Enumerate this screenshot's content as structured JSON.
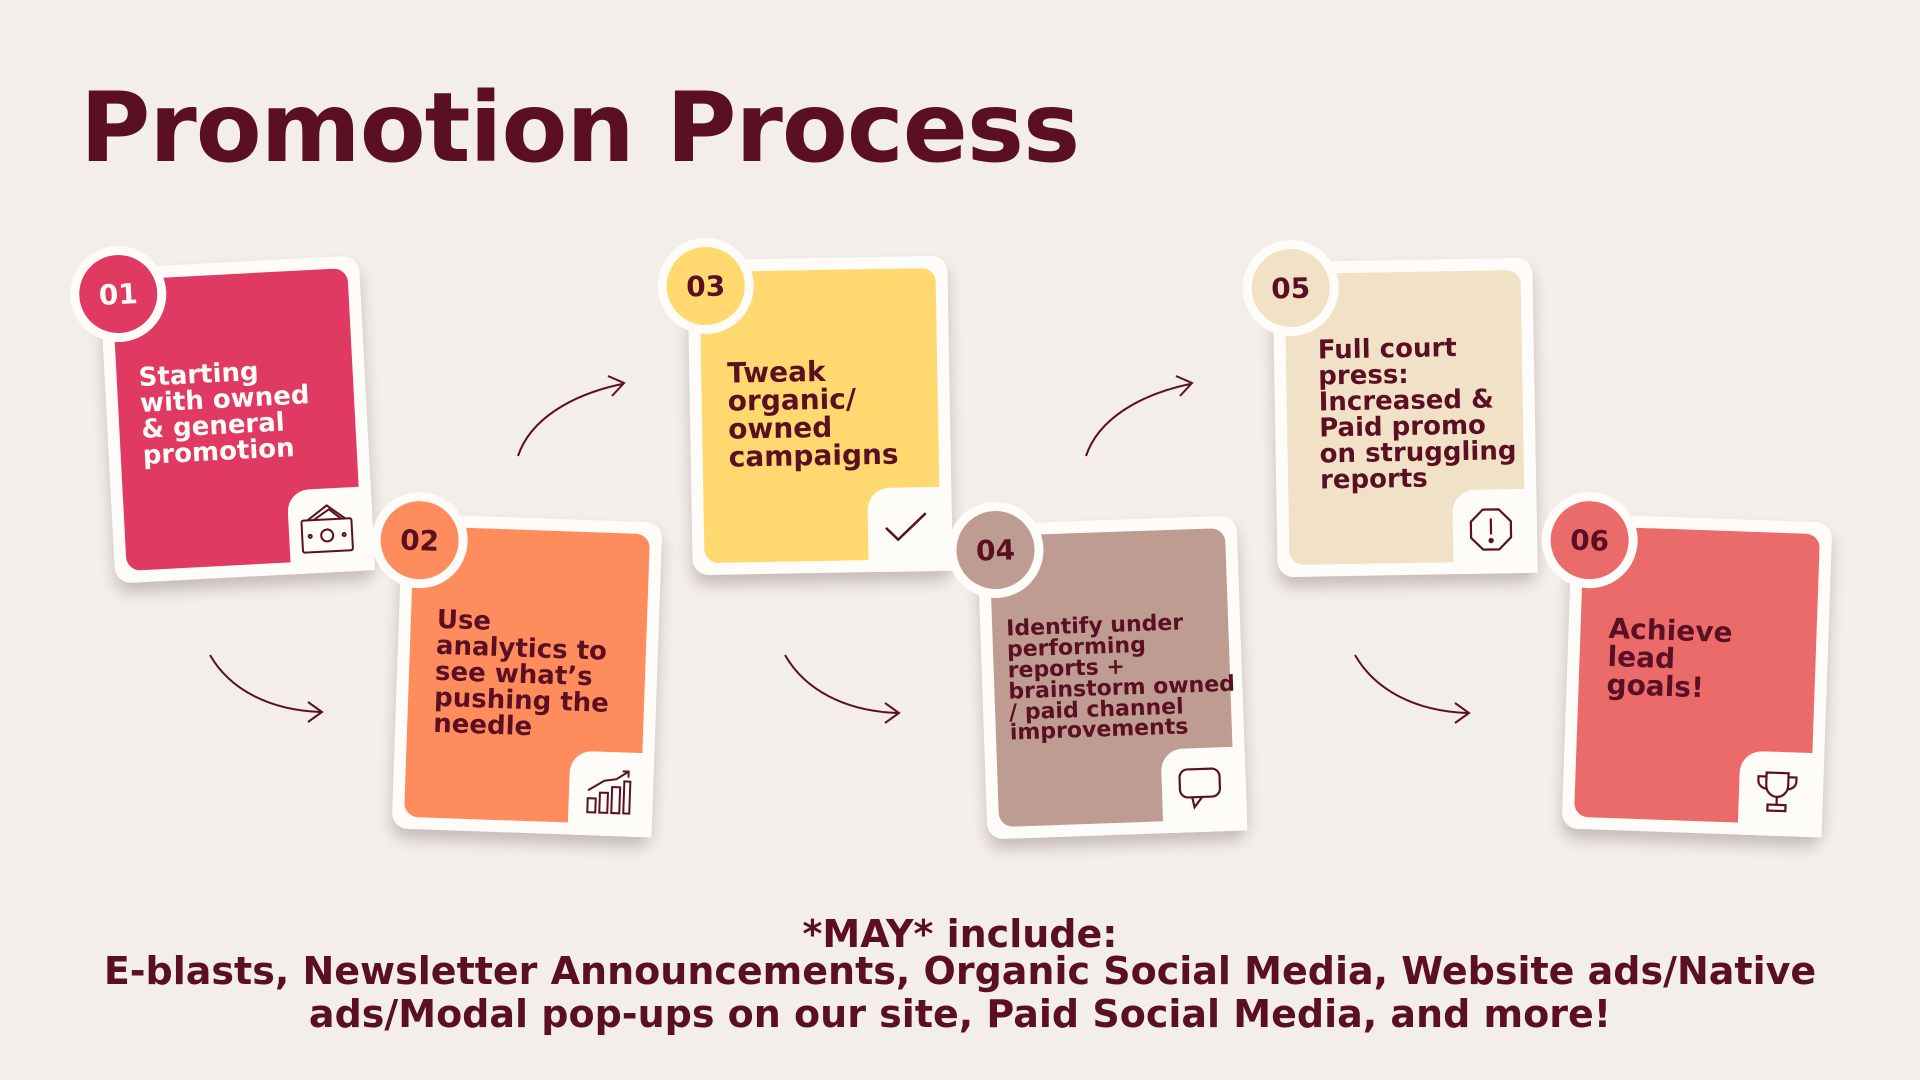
{
  "title": "Promotion Process",
  "colors": {
    "maroon": "#5a0f22",
    "card_bg": "#fdfcf8",
    "page_bg": "#f3eeea"
  },
  "steps": [
    {
      "number": "01",
      "text": "Starting with owned & general promotion",
      "color": "#e03a63",
      "icon": "money-icon"
    },
    {
      "number": "02",
      "text": "Use analytics to see what’s pushing the needle",
      "color": "#ff8c5d",
      "icon": "bar-chart-icon"
    },
    {
      "number": "03",
      "text": "Tweak organic/ owned campaigns",
      "color": "#ffd86f",
      "icon": "checkmark-icon"
    },
    {
      "number": "04",
      "text": "Identify under performing reports + brainstorm owned / paid channel improvements",
      "color": "#bf9c91",
      "icon": "speech-bubble-icon"
    },
    {
      "number": "05",
      "text": "Full court press: Increased & Paid promo on struggling reports",
      "color": "#f1e1c7",
      "icon": "alert-octagon-icon"
    },
    {
      "number": "06",
      "text": "Achieve lead goals!",
      "color": "#eb6b6a",
      "icon": "trophy-icon"
    }
  ],
  "footer": {
    "line1": "*MAY* include:",
    "line2": "E-blasts, Newsletter Announcements, Organic Social Media, Website ads/Native",
    "line3": "ads/Modal pop-ups on our site, Paid Social Media, and more!"
  }
}
